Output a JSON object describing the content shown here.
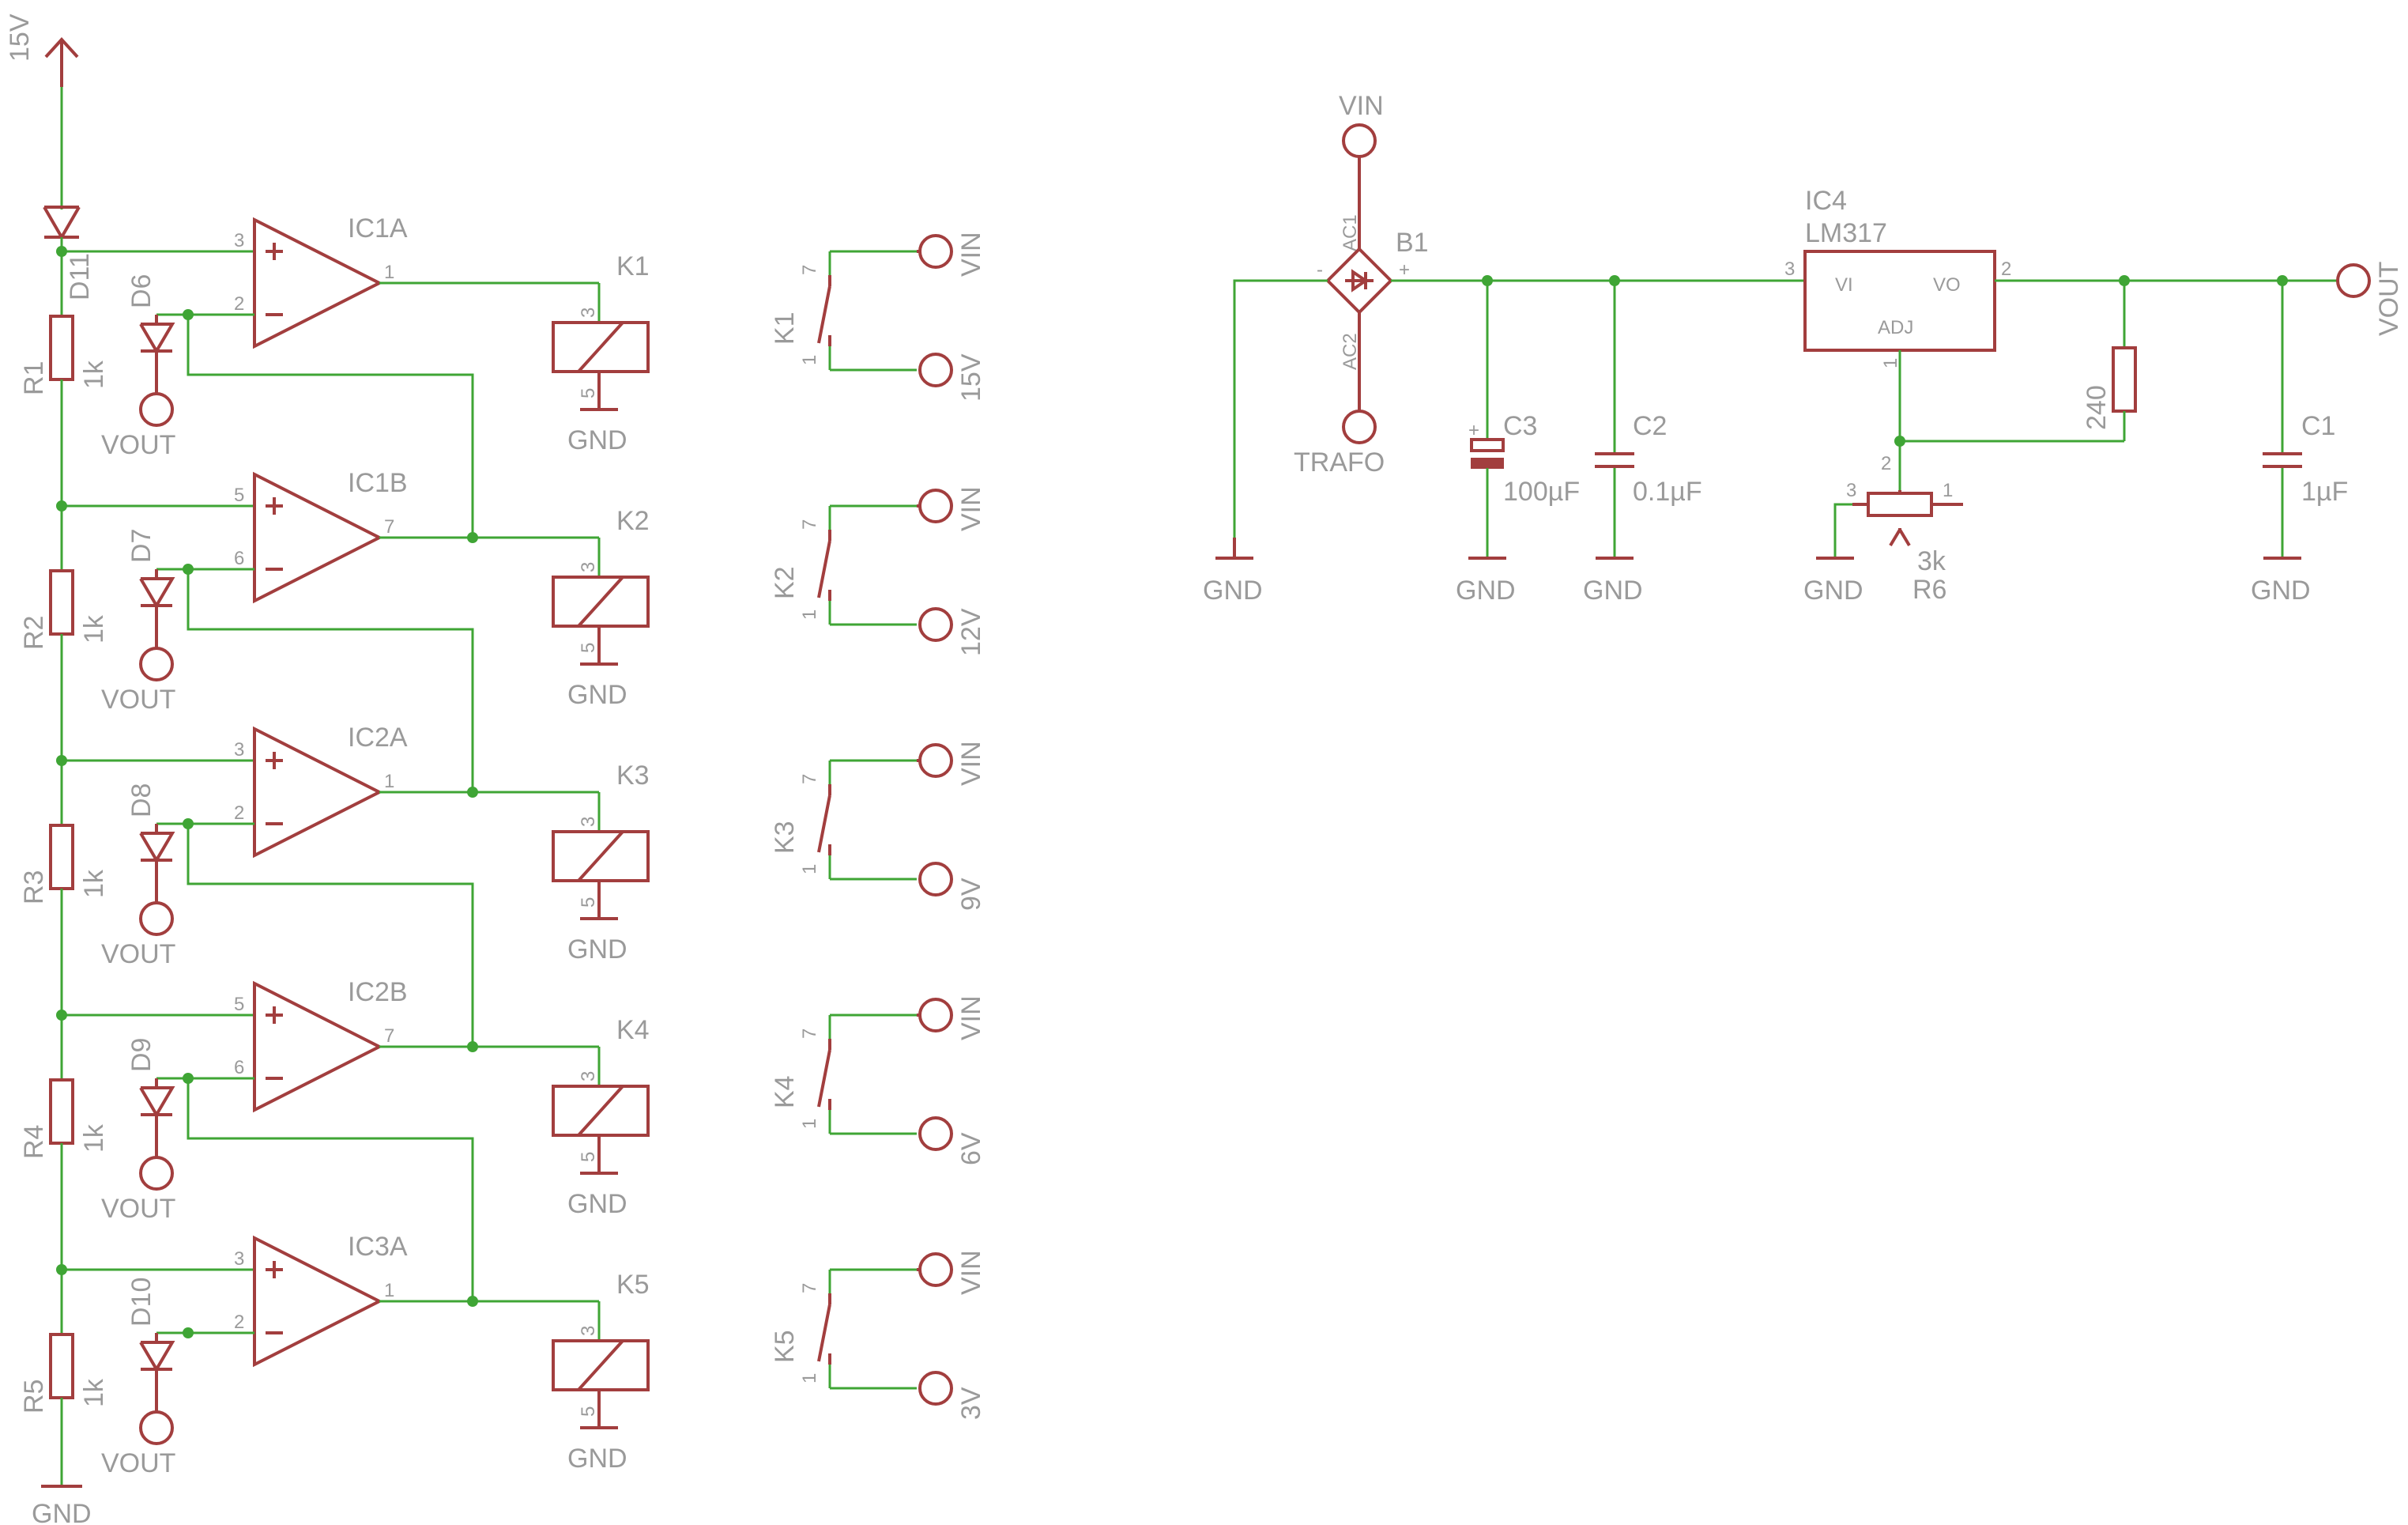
{
  "supply": {
    "top_label": "15V",
    "gnd_label": "GND",
    "diode_label": "D11"
  },
  "resistors": [
    {
      "name": "R1",
      "value": "1k"
    },
    {
      "name": "R2",
      "value": "1k"
    },
    {
      "name": "R3",
      "value": "1k"
    },
    {
      "name": "R4",
      "value": "1k"
    },
    {
      "name": "R5",
      "value": "1k"
    }
  ],
  "stages": [
    {
      "opamp": "IC1A",
      "diode": "D6",
      "pin_plus": "3",
      "pin_minus": "2",
      "pin_out": "1",
      "vout": "VOUT",
      "relay": "K1",
      "gnd": "GND"
    },
    {
      "opamp": "IC1B",
      "diode": "D7",
      "pin_plus": "5",
      "pin_minus": "6",
      "pin_out": "7",
      "vout": "VOUT",
      "relay": "K2",
      "gnd": "GND"
    },
    {
      "opamp": "IC2A",
      "diode": "D8",
      "pin_plus": "3",
      "pin_minus": "2",
      "pin_out": "1",
      "vout": "VOUT",
      "relay": "K3",
      "gnd": "GND"
    },
    {
      "opamp": "IC2B",
      "diode": "D9",
      "pin_plus": "5",
      "pin_minus": "6",
      "pin_out": "7",
      "vout": "VOUT",
      "relay": "K4",
      "gnd": "GND"
    },
    {
      "opamp": "IC3A",
      "diode": "D10",
      "pin_plus": "3",
      "pin_minus": "2",
      "pin_out": "1",
      "vout": "VOUT",
      "relay": "K5",
      "gnd": "GND"
    }
  ],
  "coil_pins": {
    "top": "3",
    "bottom": "5"
  },
  "switches": [
    {
      "name": "K1",
      "top": "VIN",
      "bottom": "15V"
    },
    {
      "name": "K2",
      "top": "VIN",
      "bottom": "12V"
    },
    {
      "name": "K3",
      "top": "VIN",
      "bottom": "9V"
    },
    {
      "name": "K4",
      "top": "VIN",
      "bottom": "6V"
    },
    {
      "name": "K5",
      "top": "VIN",
      "bottom": "3V"
    }
  ],
  "switch_pins": {
    "top": "7",
    "bottom": "1"
  },
  "regulator": {
    "vin": "VIN",
    "bridge": {
      "name": "B1",
      "ac1": "AC1",
      "ac2": "AC2",
      "minus": "-",
      "plus": "+"
    },
    "trafo": "TRAFO",
    "gnd": "GND",
    "c3": {
      "name": "C3",
      "value": "100µF",
      "plus": "+"
    },
    "c2": {
      "name": "C2",
      "value": "0.1µF"
    },
    "ic": {
      "name": "IC4",
      "part": "LM317",
      "vi": "VI",
      "vo": "VO",
      "adj": "ADJ",
      "pin_vi": "3",
      "pin_vo": "2",
      "pin_adj": "1"
    },
    "r240": "240",
    "pot": {
      "name": "R6",
      "value": "3k",
      "pin3": "3",
      "pin2": "2",
      "pin1": "1"
    },
    "c1": {
      "name": "C1",
      "value": "1µF"
    },
    "vout": "VOUT"
  }
}
